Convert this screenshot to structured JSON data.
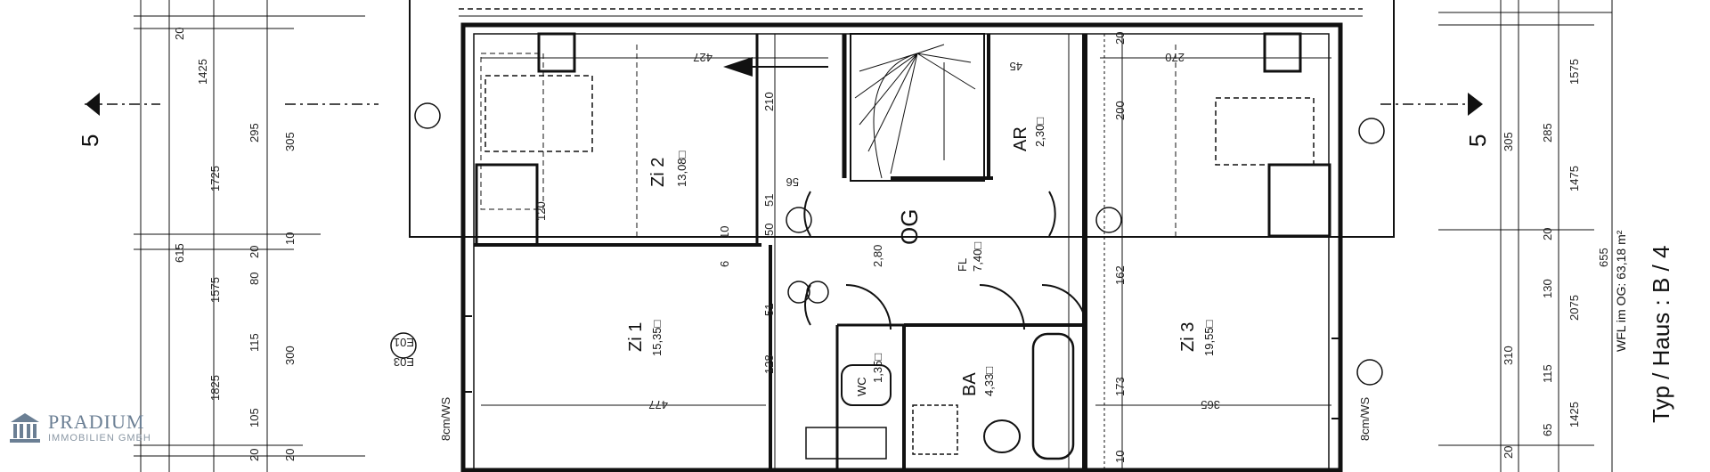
{
  "title": {
    "house_type": "Typ / Haus : B / 4",
    "living_area": "WFL im OG: 63,18 m²",
    "floor": "OG"
  },
  "rooms": [
    {
      "key": "zi2",
      "name": "Zi 2",
      "area": "13,08□"
    },
    {
      "key": "zi1",
      "name": "Zi 1",
      "area": "15,35□"
    },
    {
      "key": "zi3",
      "name": "Zi 3",
      "area": "19,55□"
    },
    {
      "key": "ar",
      "name": "AR",
      "area": "2,30□"
    },
    {
      "key": "ba",
      "name": "BA",
      "area": "4,33□"
    },
    {
      "key": "fl",
      "name": "FL",
      "area": "7,40□"
    },
    {
      "key": "wc",
      "name": "WC",
      "area": "1,35□"
    }
  ],
  "section_marks": [
    "5",
    "5"
  ],
  "dimensions_left": [
    "20",
    "1425",
    "295",
    "305",
    "1725",
    "615",
    "10",
    "20",
    "1575",
    "80",
    "115",
    "300",
    "1825",
    "105",
    "20",
    "20"
  ],
  "dimensions_right": [
    "1575",
    "305",
    "285",
    "1475",
    "20",
    "655",
    "130",
    "2075",
    "310",
    "115",
    "1425",
    "65",
    "20"
  ],
  "dimensions_interior": [
    "427",
    "210",
    "51",
    "50",
    "51",
    "128",
    "10",
    "6",
    "477",
    "200",
    "162",
    "173",
    "365",
    "270",
    "20",
    "10",
    "56",
    "120",
    "45",
    "2,80"
  ],
  "window_tags": [
    "8cm/WS",
    "8cm/WS",
    "E03",
    "E01"
  ],
  "branding": {
    "name": "PRADIUM",
    "tagline": "IMMOBILIEN GMBH"
  }
}
